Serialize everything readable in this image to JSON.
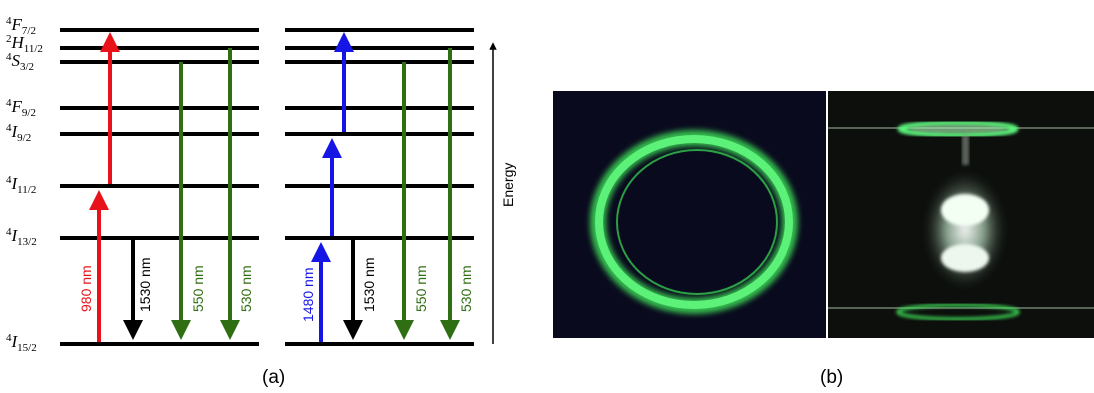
{
  "levels": [
    {
      "id": "F72",
      "sup": "4",
      "letter": "F",
      "sub": "7/2"
    },
    {
      "id": "H112",
      "sup": "2",
      "letter": "H",
      "sub": "11/2"
    },
    {
      "id": "S32",
      "sup": "4",
      "letter": "S",
      "sub": "3/2"
    },
    {
      "id": "F92",
      "sup": "4",
      "letter": "F",
      "sub": "9/2"
    },
    {
      "id": "I92",
      "sup": "4",
      "letter": "I",
      "sub": "9/2"
    },
    {
      "id": "I112",
      "sup": "4",
      "letter": "I",
      "sub": "11/2"
    },
    {
      "id": "I132",
      "sup": "4",
      "letter": "I",
      "sub": "13/2"
    },
    {
      "id": "I152",
      "sup": "4",
      "letter": "I",
      "sub": "15/2"
    }
  ],
  "wavelengths": {
    "pump_980": "980 nm",
    "pump_1480": "1480 nm",
    "em_1530": "1530 nm",
    "em_550": "550 nm",
    "em_530": "530 nm"
  },
  "axis_label": "Energy",
  "captions": {
    "a": "(a)",
    "b": "(b)"
  },
  "colors": {
    "red": "#e8131a",
    "blue": "#1515e6",
    "green": "#2f6e12",
    "black": "#000000",
    "photo_bg": "#0a0a1e",
    "ring": "#3fe85a"
  }
}
